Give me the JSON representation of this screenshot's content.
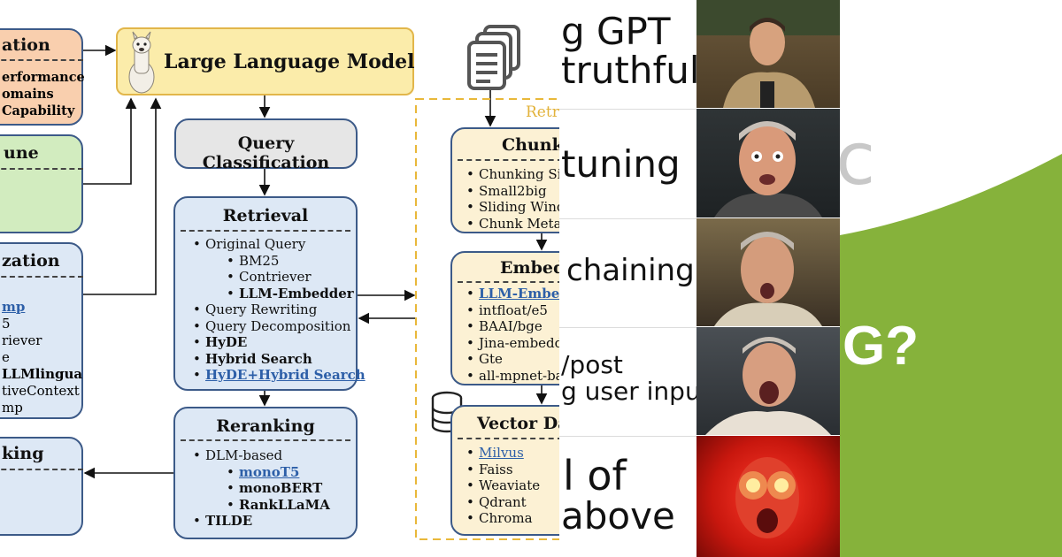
{
  "llm": {
    "title": "Large Language Model"
  },
  "left": {
    "evaluation": {
      "title": "ation",
      "lines": [
        "erformance",
        "omains",
        "Capability"
      ]
    },
    "finetune": {
      "title": "une"
    },
    "summarization": {
      "title": "zation",
      "lines": [
        "mp",
        "5",
        "riever",
        "e",
        "LLMlingua",
        "tiveContext",
        "mp"
      ]
    },
    "repacking": {
      "title": "king"
    }
  },
  "query_classification": {
    "title": "Query Classification"
  },
  "retrieval": {
    "title": "Retrieval",
    "items": [
      {
        "text": "Original Query",
        "level": 0,
        "style": "normal"
      },
      {
        "text": "BM25",
        "level": 1,
        "style": "normal"
      },
      {
        "text": "Contriever",
        "level": 1,
        "style": "normal"
      },
      {
        "text": "LLM-Embedder",
        "level": 1,
        "style": "bold"
      },
      {
        "text": "Query Rewriting",
        "level": 0,
        "style": "normal"
      },
      {
        "text": "Query Decomposition",
        "level": 0,
        "style": "normal"
      },
      {
        "text": "HyDE",
        "level": 0,
        "style": "bold"
      },
      {
        "text": "Hybrid Search",
        "level": 0,
        "style": "bold"
      },
      {
        "text": "HyDE+Hybrid Search",
        "level": 0,
        "style": "link"
      }
    ]
  },
  "reranking": {
    "title": "Reranking",
    "items": [
      {
        "text": "DLM-based",
        "level": 0,
        "style": "normal"
      },
      {
        "text": "monoT5",
        "level": 1,
        "style": "link"
      },
      {
        "text": "monoBERT",
        "level": 1,
        "style": "bold"
      },
      {
        "text": "RankLLaMA",
        "level": 1,
        "style": "bold"
      },
      {
        "text": "TILDE",
        "level": 0,
        "style": "bold"
      }
    ]
  },
  "retrieval_group_label": "Retr",
  "chunking": {
    "title": "Chunk",
    "items": [
      {
        "text": "Chunking Si",
        "style": "normal"
      },
      {
        "text": "Small2big",
        "style": "normal"
      },
      {
        "text": "Sliding Wind",
        "style": "normal"
      },
      {
        "text": "Chunk Meta",
        "style": "normal"
      }
    ]
  },
  "embedding": {
    "title": "Embed",
    "items": [
      {
        "text": "LLM-Embed",
        "style": "link"
      },
      {
        "text": "intfloat/e5",
        "style": "normal"
      },
      {
        "text": "BAAI/bge",
        "style": "normal"
      },
      {
        "text": "Jina-embedd",
        "style": "normal"
      },
      {
        "text": "Gte",
        "style": "normal"
      },
      {
        "text": "all-mpnet-ba",
        "style": "normal"
      }
    ]
  },
  "vector_db": {
    "title": "Vector Dat",
    "items": [
      {
        "text": "Milvus",
        "style": "linkn"
      },
      {
        "text": "Faiss",
        "style": "normal"
      },
      {
        "text": "Weaviate",
        "style": "normal"
      },
      {
        "text": "Qdrant",
        "style": "normal"
      },
      {
        "text": "Chroma",
        "style": "normal"
      }
    ]
  },
  "meme": {
    "rows": [
      {
        "lines": [
          "g GPT",
          "truthful"
        ]
      },
      {
        "lines": [
          "tuning"
        ]
      },
      {
        "lines": [
          "chaining"
        ]
      },
      {
        "lines": [
          "/post",
          "g user input"
        ]
      },
      {
        "lines": [
          "l of",
          "above"
        ]
      }
    ]
  },
  "right": {
    "text_rag": "G?",
    "text_c": "c"
  },
  "colors": {
    "box_blue": "#dde8f5",
    "box_border": "#3c5a88",
    "llm_yellow": "#fbecaa",
    "green_bg": "#86b23b",
    "eval_orange": "#f9cfae",
    "finetune_green": "#d2ecbf",
    "dashed_gold": "#e9b83a"
  }
}
